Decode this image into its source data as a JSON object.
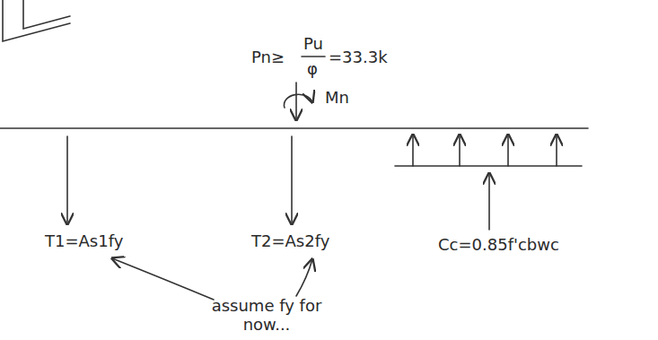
{
  "diagram": {
    "labels": [
      "Pn≥",
      "Pu",
      "φ",
      "=33.3k",
      "Mn",
      "T1=As1fy",
      "T2=As2fy",
      "Cc=0.85f'cbwc",
      "assume fy for now..."
    ]
  }
}
